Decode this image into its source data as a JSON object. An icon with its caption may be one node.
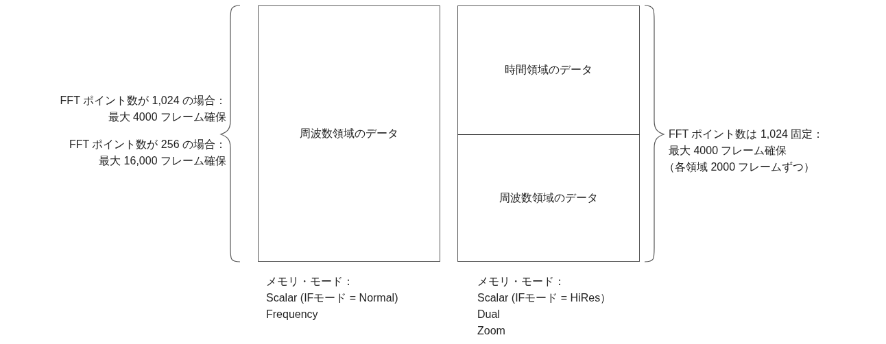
{
  "diagram": {
    "nodes": [
      {
        "text": [
          "周波数領域のデータ"
        ]
      },
      {
        "text": [
          "時間領域のデータ"
        ]
      },
      {
        "text": [
          "周波数領域のデータ"
        ]
      }
    ],
    "labels": [
      "FFT ポイント数が 1,024 の場合：",
      "最大 4000 フレーム確保",
      "FFT ポイント数が 256 の場合：",
      "最大 16,000 フレーム確保",
      "FFT ポイント数は 1,024 固定：",
      "最大 4000 フレーム確保",
      "（各領域 2000 フレームずつ）",
      "メモリ・モード：",
      "Scalar (IFモード = Normal)",
      "Frequency",
      "メモリ・モード：",
      "Scalar (IFモード = HiRes）",
      "Dual",
      "Zoom"
    ]
  }
}
